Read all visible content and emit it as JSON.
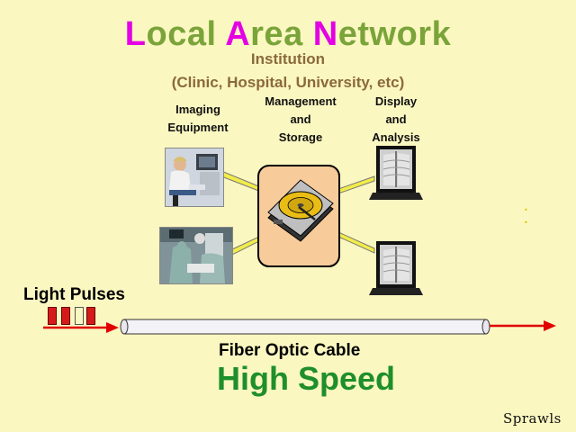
{
  "title": {
    "L": "L",
    "ocal": "ocal ",
    "A": "A",
    "rea": "rea ",
    "N": "N",
    "etwork": "etwork"
  },
  "subtitle_line1": "Institution",
  "subtitle_line2": "(Clinic, Hospital, University, etc)",
  "labels": {
    "imaging": [
      "Imaging",
      "Equipment"
    ],
    "management": [
      "Management",
      "and",
      "Storage"
    ],
    "display": [
      "Display",
      "and",
      "Analysis"
    ]
  },
  "light_pulses": "Light Pulses",
  "fiber_optic_cable": "Fiber Optic Cable",
  "high_speed": "High Speed",
  "author": "Sprawls",
  "colors": {
    "background": "#fbf7c1",
    "title_green": "#7aa43a",
    "title_magenta": "#e400e4",
    "subtitle_brown": "#8b6a3a",
    "high_speed_green": "#1e8f2a",
    "arrow_red": "#e00000",
    "connector_yellow": "#f2ec4a",
    "storage_box": "#f7cc9a"
  },
  "icons": [
    "ultrasound-photo",
    "surgery-photo",
    "hard-disk-icon",
    "xray-monitor-icon",
    "xray-monitor-icon"
  ]
}
